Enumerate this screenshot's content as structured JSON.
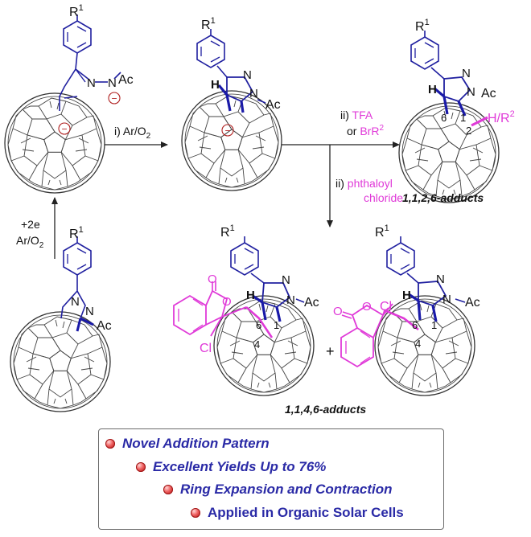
{
  "substituent_r1": "R",
  "superscript_1": "1",
  "superscript_2": "2",
  "atom_n": "N",
  "atom_h": "H",
  "group_ac": "Ac",
  "atom_o": "O",
  "atom_cl": "Cl",
  "anion_sign": "−",
  "step_reduction_1": "+2e",
  "step_reduction_2": "Ar/O",
  "step_reduction_2_sub": "2",
  "step_i": "i) Ar/O",
  "step_i_sub": "2",
  "step_ii_a_1": "ii) TFA",
  "step_ii_a_2": "or BrR",
  "step_ii_a_2_sup": "2",
  "step_ii_b_1": "ii) phthaloyl",
  "step_ii_b_2": "chloride",
  "product_substituent": "H/R",
  "product_substituent_sup": "2",
  "product_label_top": "1,1,2,6-adducts",
  "product_label_bottom": "1,1,4,6-adducts",
  "plus_sign": "+",
  "num_1": "1",
  "num_2": "2",
  "num_4": "4",
  "num_6": "6",
  "highlights": [
    "Novel Addition Pattern",
    "Excellent Yields Up to 76%",
    "Ring Expansion and Contraction",
    "Applied in Organic Solar Cells"
  ],
  "colors": {
    "structure": "#2020a0",
    "addend_bond": "#1a1aa8",
    "magenta": "#e03ad8",
    "cage": "#333333",
    "text": "#111111",
    "highlight_text": "#2a2aa6"
  }
}
